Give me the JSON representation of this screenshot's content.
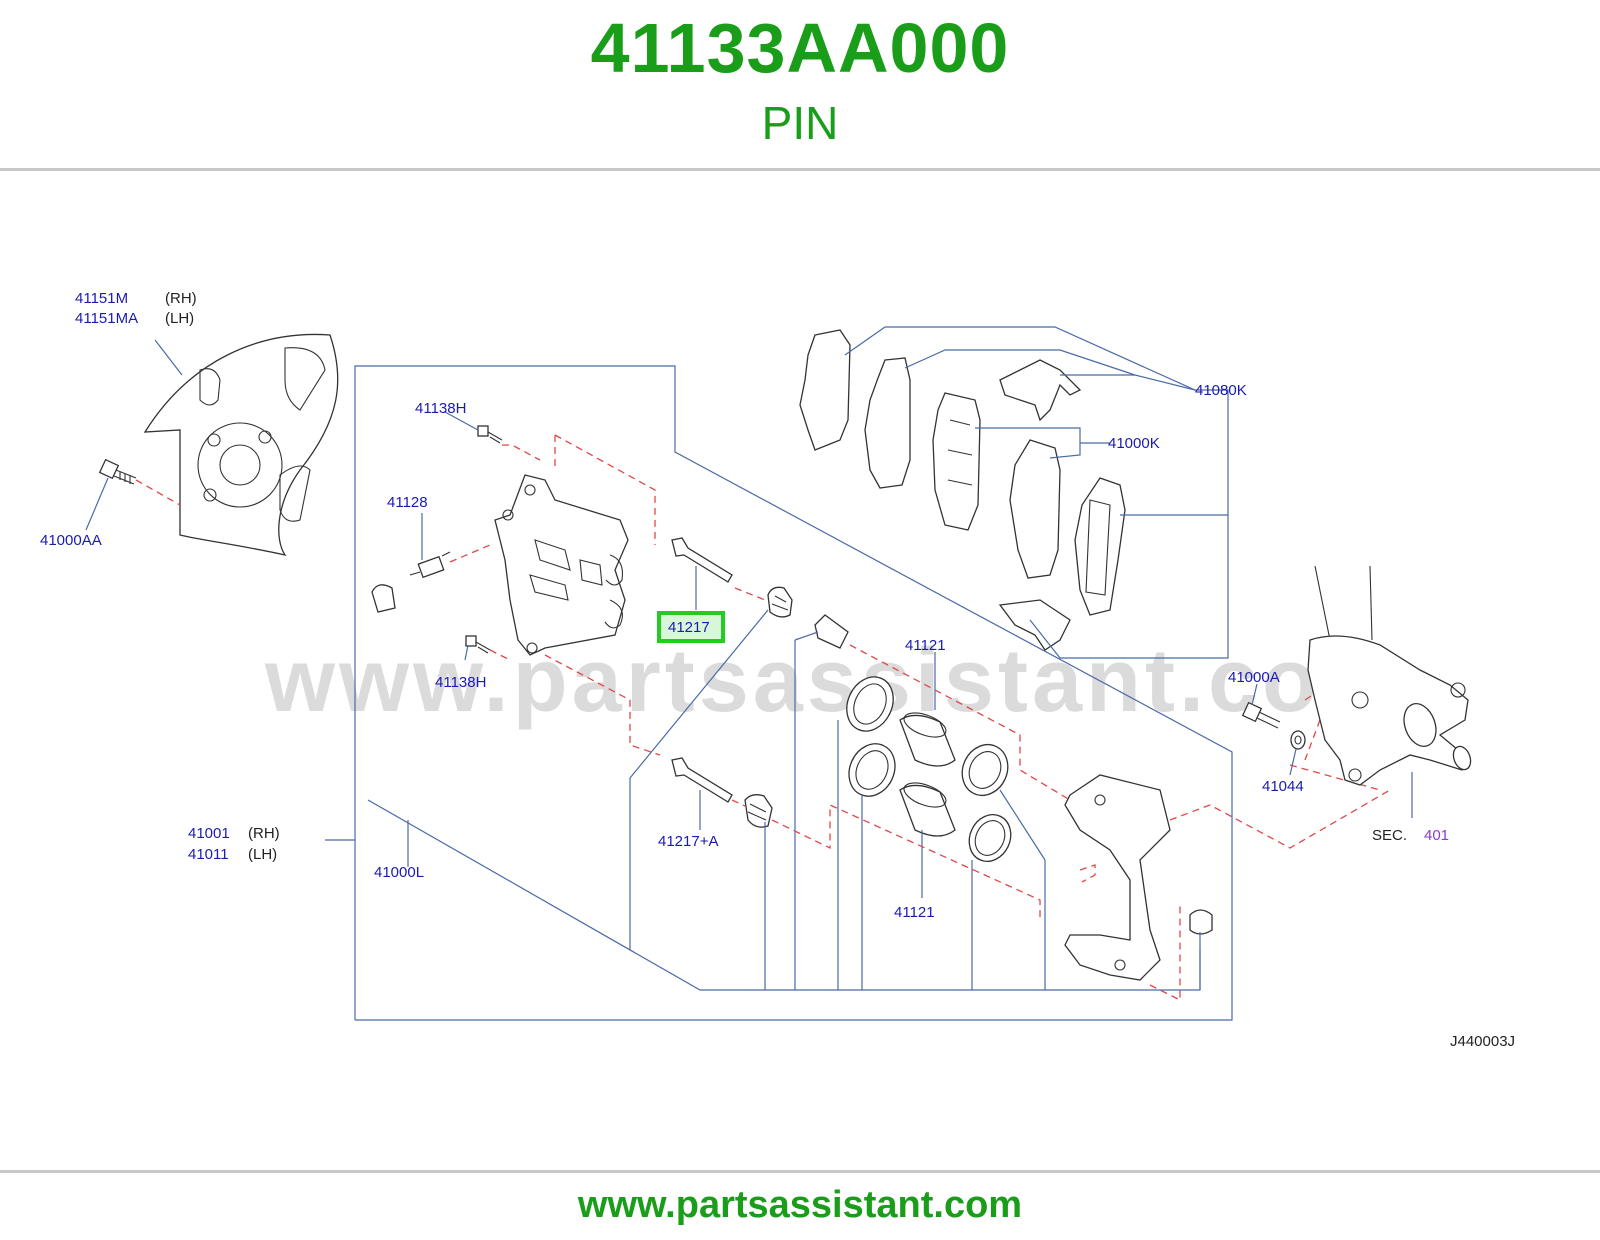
{
  "header": {
    "part_number": "41133AA000",
    "part_name": "PIN"
  },
  "footer": {
    "url": "www.partsassistant.com"
  },
  "watermark": "www.partsassistant.com",
  "diagram": {
    "ref_code": "J440003J",
    "highlight_color": "#22cc22",
    "labels": {
      "l41151M": "41151M",
      "l41151M_side": "(RH)",
      "l41151MA": "41151MA",
      "l41151MA_side": "(LH)",
      "l41000AA": "41000AA",
      "l41138H_top": "41138H",
      "l41128": "41128",
      "l41138H_bottom": "41138H",
      "l41217": "41217",
      "l41217A": "41217+A",
      "l41001": "41001",
      "l41001_side": "(RH)",
      "l41011": "41011",
      "l41011_side": "(LH)",
      "l41000L": "41000L",
      "l41121_top": "41121",
      "l41121_bottom": "41121",
      "l41080K": "41080K",
      "l41000K": "41000K",
      "l41000A": "41000A",
      "l41044": "41044",
      "sec": "SEC.",
      "sec_num": "401"
    }
  }
}
